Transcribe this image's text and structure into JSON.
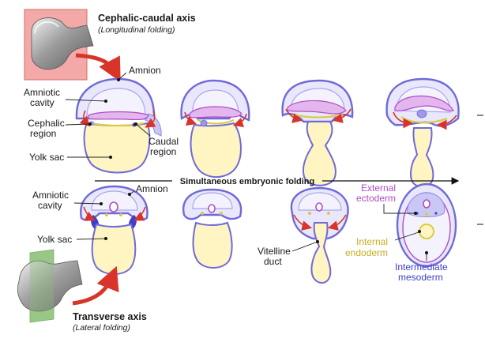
{
  "titles": {
    "cephalic_axis": "Cephalic-caudal axis",
    "cephalic_sub": "(Longitudinal folding)",
    "transverse_axis": "Transverse axis",
    "transverse_sub": "(Lateral folding)",
    "middle": "Simultaneous embryonic folding"
  },
  "labels_top": {
    "amnion": "Amnion",
    "amniotic_1": "Amniotic",
    "amniotic_2": "cavity",
    "cephalic_1": "Cephalic",
    "cephalic_2": "region",
    "caudal_1": "Caudal",
    "caudal_2": "region",
    "yolk_sac": "Yolk sac"
  },
  "labels_bottom": {
    "amniotic_1": "Amniotic",
    "amniotic_2": "cavity",
    "amnion": "Amnion",
    "yolk_sac": "Yolk sac",
    "vitelline_1": "Vitelline",
    "vitelline_2": "duct",
    "ext_1": "External",
    "ext_2": "ectoderm",
    "int_1": "Internal",
    "int_2": "endoderm",
    "mid_1": "Intermediate",
    "mid_2": "mesoderm"
  },
  "colors": {
    "ectoderm": "#b04cc7",
    "endoderm": "#c9ad24",
    "mesoderm": "#3c3fc9",
    "folding_arrow": "#d8342a",
    "box_fill": "#f2a9a7",
    "box_green": "#8ec27a"
  },
  "icons": [
    "longitudinal-plane-icon",
    "transverse-plane-icon",
    "folding-arrow-icon"
  ]
}
